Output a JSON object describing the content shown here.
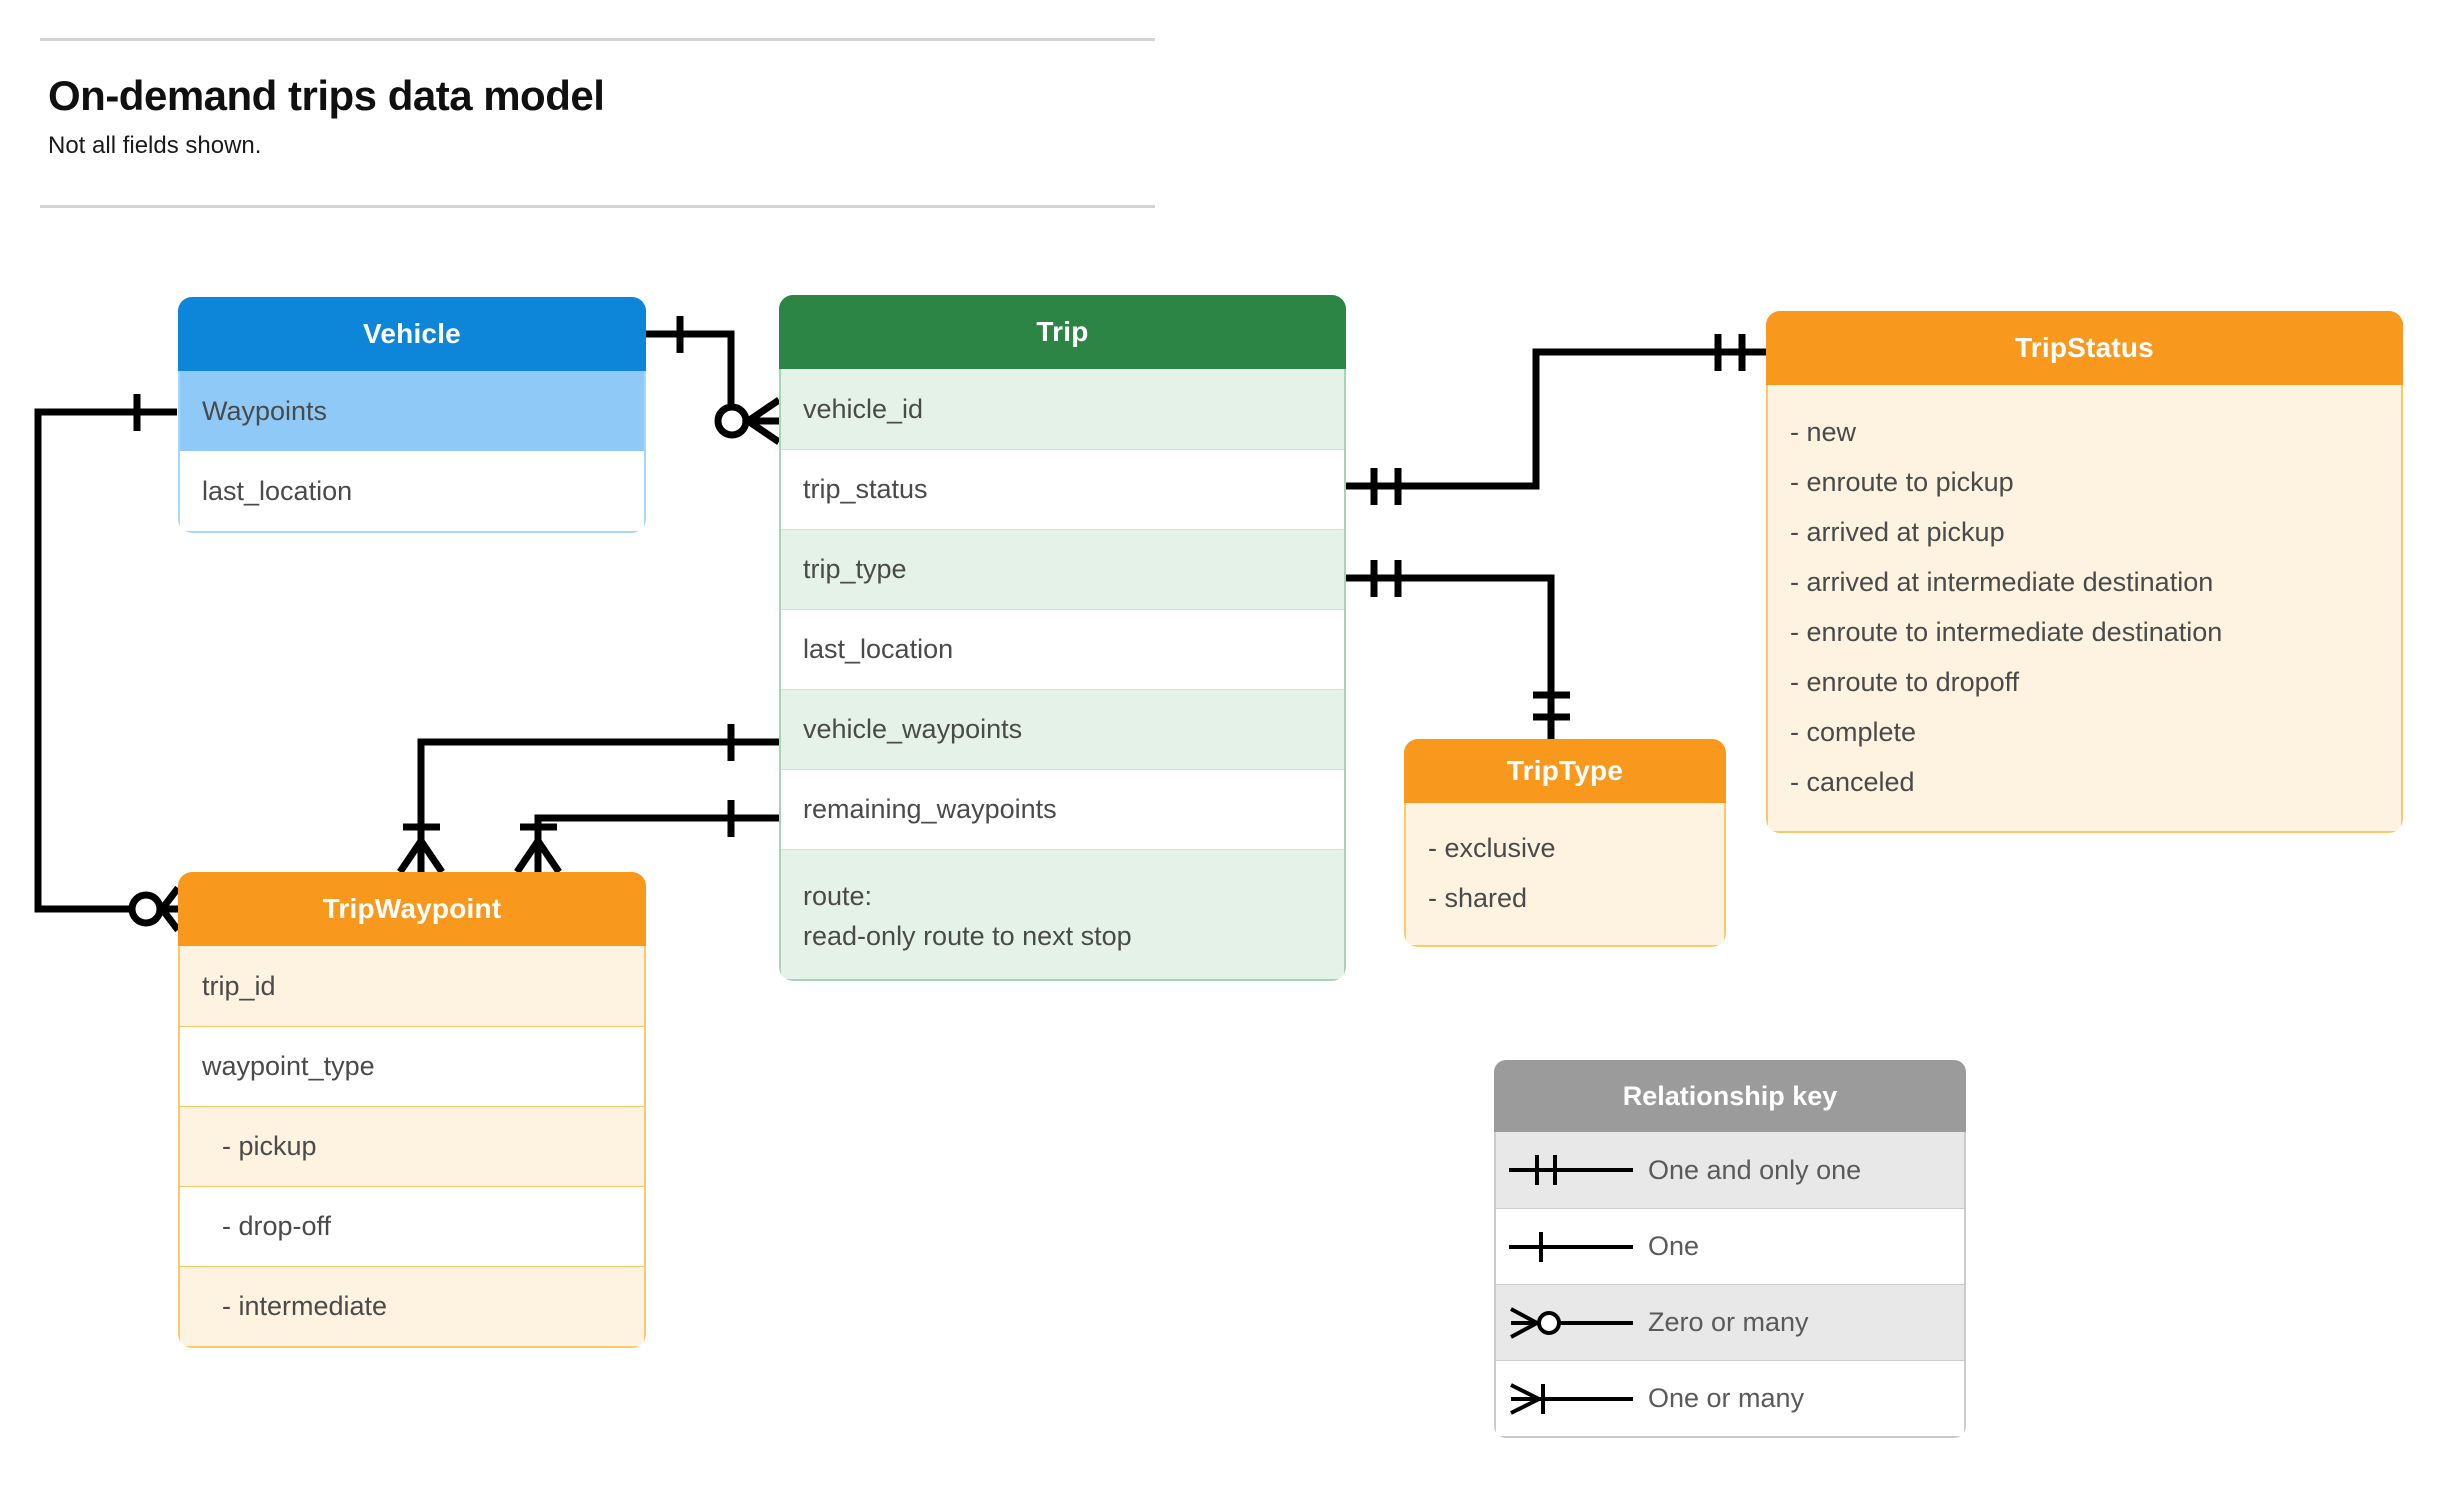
{
  "header": {
    "title": "On-demand trips data model",
    "subtitle": "Not all fields shown."
  },
  "entities": {
    "vehicle": {
      "name": "Vehicle",
      "header_color": "#0d85d8",
      "fields": [
        {
          "label": "Waypoints"
        },
        {
          "label": "last_location"
        }
      ]
    },
    "trip": {
      "name": "Trip",
      "header_color": "#2c8545",
      "fields": [
        {
          "label": "vehicle_id"
        },
        {
          "label": "trip_status"
        },
        {
          "label": "trip_type"
        },
        {
          "label": "last_location"
        },
        {
          "label": "vehicle_waypoints"
        },
        {
          "label": "remaining_waypoints"
        },
        {
          "label": "route:",
          "label2": "read-only route to next stop"
        }
      ]
    },
    "trip_status": {
      "name": "TripStatus",
      "header_color": "#f8981d",
      "values": [
        "- new",
        "- enroute to pickup",
        "- arrived at pickup",
        "- arrived at intermediate destination",
        "- enroute to intermediate destination",
        "- enroute to dropoff",
        "- complete",
        "- canceled"
      ]
    },
    "trip_type": {
      "name": "TripType",
      "header_color": "#f8981d",
      "values": [
        "- exclusive",
        "- shared"
      ]
    },
    "trip_waypoint": {
      "name": "TripWaypoint",
      "header_color": "#f8981d",
      "fields": [
        {
          "label": "trip_id"
        },
        {
          "label": "waypoint_type"
        },
        {
          "label": "-  pickup"
        },
        {
          "label": "-  drop-off"
        },
        {
          "label": "-  intermediate"
        }
      ]
    }
  },
  "legend": {
    "title": "Relationship key",
    "rows": [
      {
        "symbol": "one-and-only-one-symbol",
        "label": "One and only one"
      },
      {
        "symbol": "one-symbol",
        "label": "One"
      },
      {
        "symbol": "zero-or-many-symbol",
        "label": "Zero or many"
      },
      {
        "symbol": "one-or-many-symbol",
        "label": "One or many"
      }
    ]
  },
  "relationships": [
    {
      "from": "Vehicle",
      "from_card": "one",
      "to": "Trip.vehicle_id",
      "to_card": "zero or many"
    },
    {
      "from": "Vehicle.Waypoints",
      "from_card": "one",
      "to": "TripWaypoint",
      "to_card": "zero or many"
    },
    {
      "from": "Trip.trip_status",
      "from_card": "one and only one",
      "to": "TripStatus",
      "to_card": "one and only one"
    },
    {
      "from": "Trip.trip_type",
      "from_card": "one and only one",
      "to": "TripType",
      "to_card": "one and only one"
    },
    {
      "from": "Trip.vehicle_waypoints",
      "from_card": "one",
      "to": "TripWaypoint",
      "to_card": "one or many"
    },
    {
      "from": "Trip.remaining_waypoints",
      "from_card": "one",
      "to": "TripWaypoint",
      "to_card": "one or many"
    }
  ]
}
